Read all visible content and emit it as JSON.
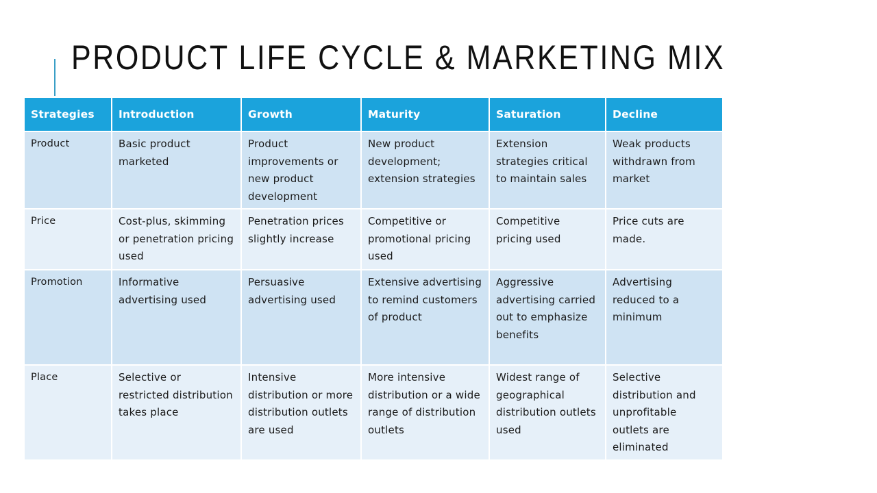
{
  "slide": {
    "title": "PRODUCT LIFE CYCLE & MARKETING MIX"
  },
  "table": {
    "headers": [
      "Strategies",
      "Introduction",
      "Growth",
      "Maturity",
      "Saturation",
      "Decline"
    ],
    "rows": [
      {
        "label": "Product",
        "cells": [
          "Basic product marketed",
          "Product improvements or new product development",
          "New product development; extension strategies",
          "Extension strategies critical to maintain sales",
          "Weak products withdrawn from market"
        ]
      },
      {
        "label": "Price",
        "cells": [
          "Cost-plus, skimming or penetration pricing used",
          "Penetration prices slightly increase",
          "Competitive or promotional pricing used",
          "Competitive pricing used",
          "Price cuts are made."
        ]
      },
      {
        "label": "Promotion",
        "cells": [
          "Informative advertising used",
          "Persuasive advertising used",
          "Extensive advertising to remind customers of product",
          "Aggressive advertising carried out to emphasize benefits",
          "Advertising reduced to a minimum"
        ]
      },
      {
        "label": "Place",
        "cells": [
          "Selective or restricted distribution takes place",
          "Intensive distribution or more distribution outlets are used",
          "More intensive distribution or a wide range of distribution outlets",
          "Widest range of geographical distribution outlets used",
          "Selective distribution and unprofitable outlets are eliminated"
        ]
      }
    ]
  },
  "colors": {
    "header_bg": "#1ba3dc",
    "row_dark": "#cfe3f3",
    "row_light": "#e6f0f9",
    "accent_line": "#3a9fc6"
  }
}
